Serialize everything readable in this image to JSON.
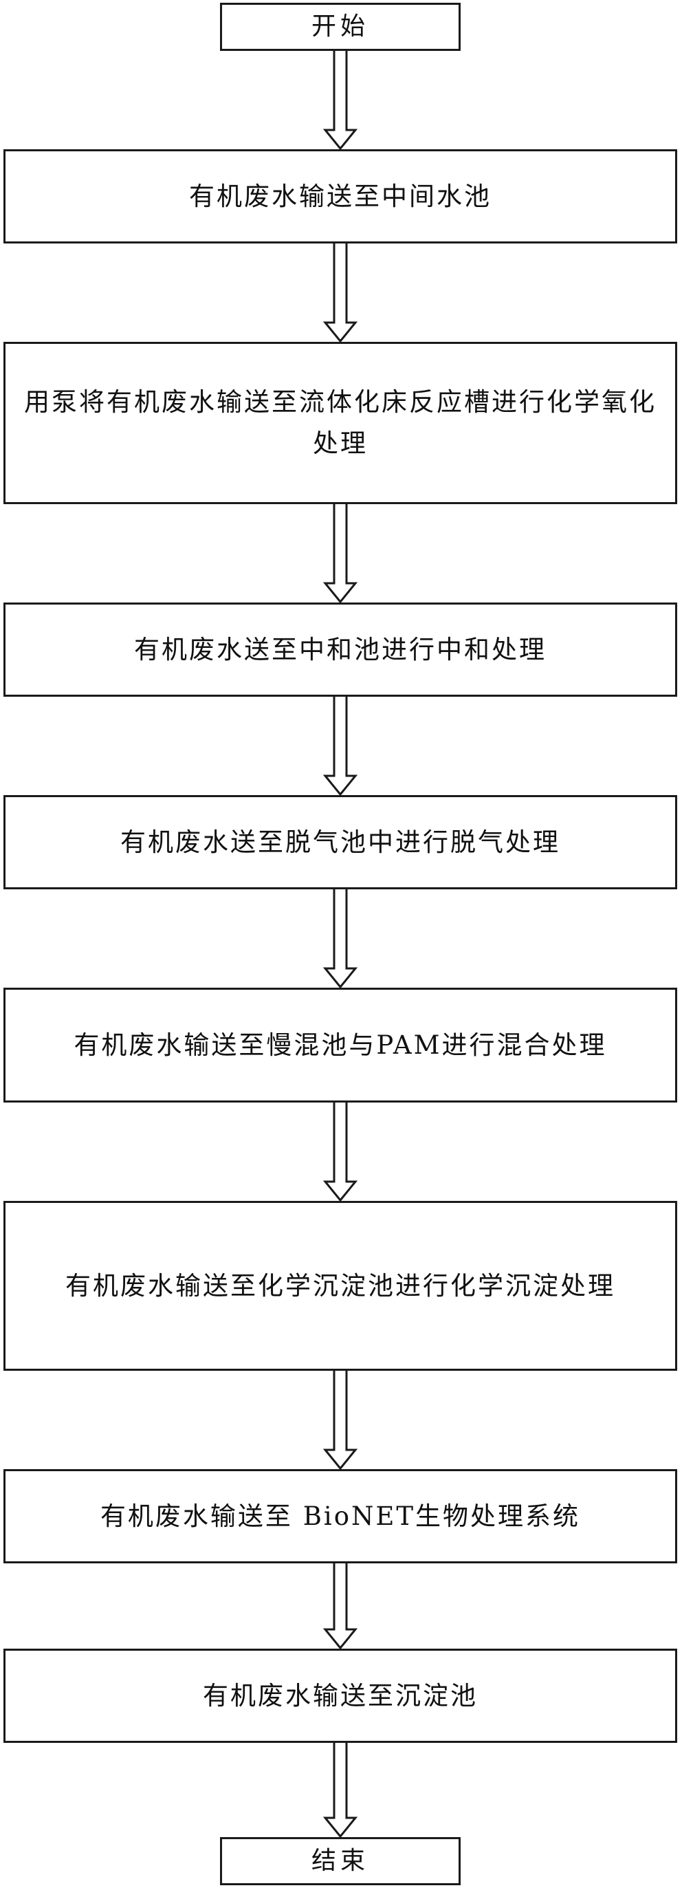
{
  "flowchart": {
    "start": "开始",
    "steps": [
      "有机废水输送至中间水池",
      "用泵将有机废水输送至流体化床反应槽进行化学氧化处理",
      "有机废水送至中和池进行中和处理",
      "有机废水送至脱气池中进行脱气处理",
      "有机废水输送至慢混池与PAM进行混合处理",
      "有机废水输送至化学沉淀池进行化学沉淀处理",
      "有机废水输送至 BioNET生物处理系统",
      "有机废水输送至沉淀池"
    ],
    "end": "结束"
  }
}
